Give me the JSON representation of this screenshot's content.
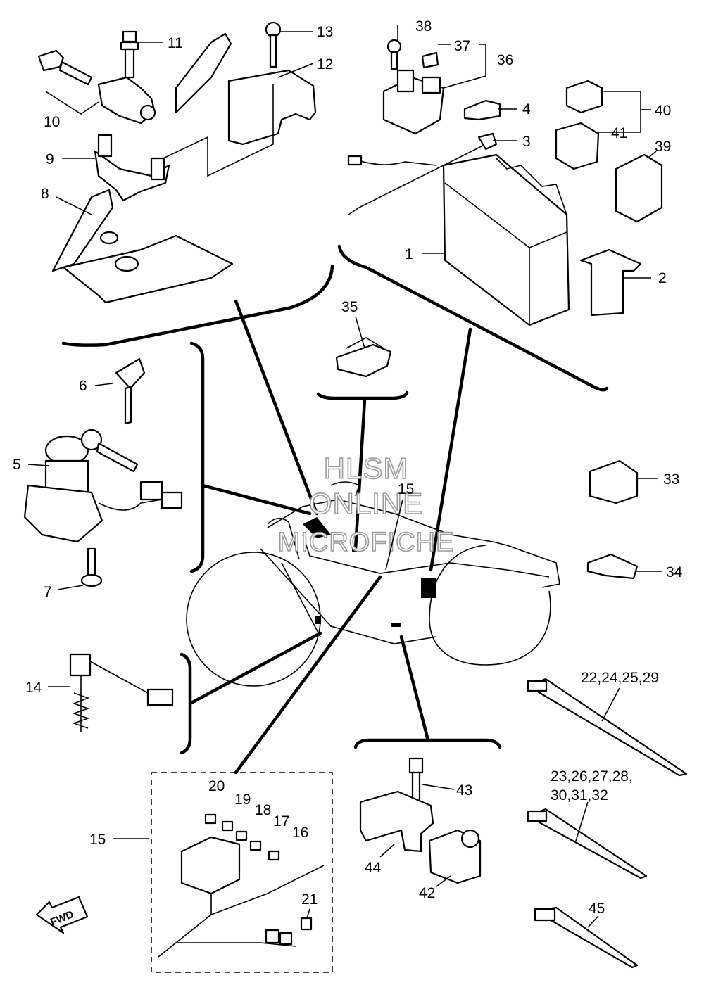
{
  "labels": {
    "l1": "1",
    "l2": "2",
    "l3": "3",
    "l4": "4",
    "l5": "5",
    "l6": "6",
    "l7": "7",
    "l8": "8",
    "l9": "9",
    "l10": "10",
    "l11": "11",
    "l12": "12",
    "l13": "13",
    "l14": "14",
    "l15a": "15",
    "l15b": "15",
    "l16": "16",
    "l17": "17",
    "l18": "18",
    "l19": "19",
    "l20": "20",
    "l21": "21",
    "l22": "22,24,25,29",
    "l23a": "23,26,27,28,",
    "l23b": "30,31,32",
    "l33": "33",
    "l34": "34",
    "l35": "35",
    "l36": "36",
    "l37": "37",
    "l38": "38",
    "l39": "39",
    "l40": "40",
    "l41": "41",
    "l42": "42",
    "l43": "43",
    "l44": "44",
    "l45": "45"
  },
  "watermark": {
    "line1": "HLSM",
    "line2": "ONLINE",
    "line3": "MICROFICHE"
  },
  "fwd_arrow": {
    "text": "FWD",
    "icon": "fwd-arrow-icon"
  }
}
